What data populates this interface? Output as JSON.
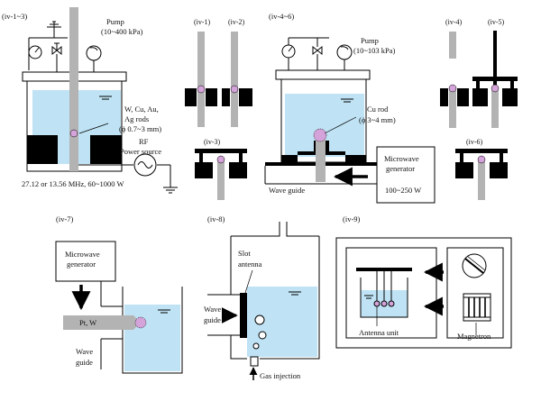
{
  "colors": {
    "water": "#bfe3f5",
    "rod": "#b3b3b3",
    "plasma": "#d4a3d9",
    "black": "#000000"
  },
  "panels": {
    "p1": {
      "tag": "(iv-1~3)",
      "pump": "Pump",
      "pump_range": "(10~400 kPa)",
      "rods_l1": "W, Cu, Au,",
      "rods_l2": "Ag rods",
      "rods_l3": "(ϕ 0.7~3 mm)",
      "rf_l1": "RF",
      "rf_l2": "Power source",
      "freq": "27.12 or 13.56 MHz, 60~1000 W"
    },
    "small": {
      "iv1": "(iv-1)",
      "iv2": "(iv-2)",
      "iv3": "(iv-3)",
      "iv4": "(iv-4)",
      "iv5": "(iv-5)",
      "iv6": "(iv-6)"
    },
    "p4": {
      "tag": "(iv-4~6)",
      "pump": "Pump",
      "pump_range": "(10~103 kPa)",
      "rod_l1": "Cu rod",
      "rod_l2": "(ϕ 3~4 mm)",
      "mw_l1": "Microwave",
      "mw_l2": "generator",
      "mw_power": "100~250 W",
      "waveguide": "Wave guide"
    },
    "p7": {
      "tag": "(iv-7)",
      "mw_l1": "Microwave",
      "mw_l2": "generator",
      "electrode": "Pt, W",
      "wg_l1": "Wave",
      "wg_l2": "guide"
    },
    "p8": {
      "tag": "(iv-8)",
      "slot_l1": "Slot",
      "slot_l2": "antenna",
      "wg_l1": "Wave",
      "wg_l2": "guide",
      "gas": "Gas injection"
    },
    "p9": {
      "tag": "(iv-9)",
      "antenna": "Antenna unit",
      "magnetron": "Magnetron"
    }
  }
}
